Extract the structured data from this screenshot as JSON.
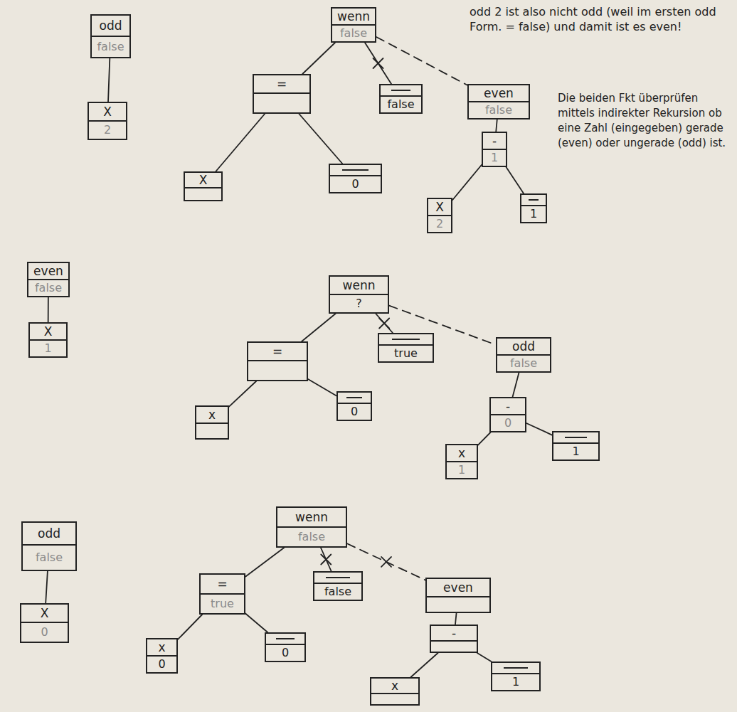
{
  "diagram": {
    "nodes": [
      {
        "text": [
          "odd",
          "false"
        ]
      },
      {
        "text": [
          "X",
          "2"
        ]
      },
      {
        "text": [
          "wenn",
          "false"
        ]
      },
      {
        "text": [
          "="
        ]
      },
      {
        "text": [
          "false"
        ]
      },
      {
        "text": [
          "even",
          "false"
        ]
      },
      {
        "text": [
          "X"
        ]
      },
      {
        "text": [
          "0"
        ]
      },
      {
        "text": [
          "-",
          "1"
        ]
      },
      {
        "text": [
          "X",
          "2"
        ]
      },
      {
        "text": [
          "1"
        ]
      },
      {
        "text": [
          "even",
          "false"
        ]
      },
      {
        "text": [
          "X",
          "1"
        ]
      },
      {
        "text": [
          "wenn",
          "?"
        ]
      },
      {
        "text": [
          "="
        ]
      },
      {
        "text": [
          "true"
        ]
      },
      {
        "text": [
          "odd",
          "false"
        ]
      },
      {
        "text": [
          "x"
        ]
      },
      {
        "text": [
          "0"
        ]
      },
      {
        "text": [
          "-",
          "0"
        ]
      },
      {
        "text": [
          "x",
          "1"
        ]
      },
      {
        "text": [
          "1"
        ]
      },
      {
        "text": [
          "odd",
          "false"
        ]
      },
      {
        "text": [
          "X",
          "0"
        ]
      },
      {
        "text": [
          "wenn",
          "false"
        ]
      },
      {
        "text": [
          "=",
          "true"
        ]
      },
      {
        "text": [
          "false"
        ]
      },
      {
        "text": [
          "even"
        ]
      },
      {
        "text": [
          "x",
          "0"
        ]
      },
      {
        "text": [
          "0"
        ]
      },
      {
        "text": [
          "-"
        ]
      },
      {
        "text": [
          "x"
        ]
      },
      {
        "text": [
          "1"
        ]
      }
    ],
    "edges": [
      {
        "from": 0,
        "to": 1,
        "arrow": "none"
      },
      {
        "from": 2,
        "to": 3,
        "arrow": "none"
      },
      {
        "from": 2,
        "to": 4,
        "arrow": "none"
      },
      {
        "from": 2,
        "to": 5,
        "arrow": "none"
      },
      {
        "from": 3,
        "to": 6,
        "arrow": "none"
      },
      {
        "from": 3,
        "to": 7,
        "arrow": "none"
      },
      {
        "from": 5,
        "to": 8,
        "arrow": "none"
      },
      {
        "from": 8,
        "to": 9,
        "arrow": "none"
      },
      {
        "from": 8,
        "to": 10,
        "arrow": "none"
      },
      {
        "from": 11,
        "to": 12,
        "arrow": "none"
      },
      {
        "from": 13,
        "to": 14,
        "arrow": "none"
      },
      {
        "from": 13,
        "to": 15,
        "arrow": "none"
      },
      {
        "from": 13,
        "to": 16,
        "arrow": "none"
      },
      {
        "from": 14,
        "to": 17,
        "arrow": "none"
      },
      {
        "from": 14,
        "to": 18,
        "arrow": "none"
      },
      {
        "from": 16,
        "to": 19,
        "arrow": "none"
      },
      {
        "from": 19,
        "to": 20,
        "arrow": "none"
      },
      {
        "from": 19,
        "to": 21,
        "arrow": "none"
      },
      {
        "from": 22,
        "to": 23,
        "arrow": "none"
      },
      {
        "from": 24,
        "to": 25,
        "arrow": "none"
      },
      {
        "from": 24,
        "to": 26,
        "arrow": "none"
      },
      {
        "from": 24,
        "to": 27,
        "arrow": "none"
      },
      {
        "from": 25,
        "to": 28,
        "arrow": "none"
      },
      {
        "from": 25,
        "to": 29,
        "arrow": "none"
      },
      {
        "from": 27,
        "to": 30,
        "arrow": "none"
      },
      {
        "from": 30,
        "to": 31,
        "arrow": "none"
      },
      {
        "from": 30,
        "to": 32,
        "arrow": "none"
      }
    ],
    "labels": [
      "odd 2 ist also nicht odd (weil im ersten odd Form. = false) und damit ist es even!",
      "Die beiden Fkt überprüfen mittels indirekter Rekursion ob eine Zahl (eingegeben) gerade (even) oder ungerade (odd) ist."
    ]
  }
}
